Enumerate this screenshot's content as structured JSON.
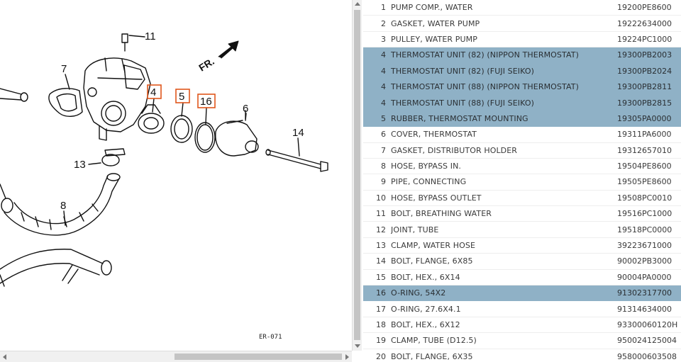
{
  "diagram": {
    "callouts": {
      "c1": "11",
      "c2": "7",
      "c3": "4",
      "c4": "5",
      "c5": "16",
      "c6": "6",
      "c7": "14",
      "c8": "13",
      "c9": "8"
    },
    "direction_label": "FR.",
    "drawing_code": "ER-071"
  },
  "highlight_color": "#8fb1c6",
  "callout_box_color": "#e0561c",
  "parts": [
    {
      "ref": "1",
      "description": "PUMP COMP., WATER",
      "part_number": "19200PE8600"
    },
    {
      "ref": "2",
      "description": "GASKET, WATER PUMP",
      "part_number": "19222634000"
    },
    {
      "ref": "3",
      "description": "PULLEY, WATER PUMP",
      "part_number": "19224PC1000"
    },
    {
      "ref": "4",
      "description": "THERMOSTAT UNIT (82) (NIPPON THERMOSTAT)",
      "part_number": "19300PB2003"
    },
    {
      "ref": "4",
      "description": "THERMOSTAT UNIT (82) (FUJI SEIKO)",
      "part_number": "19300PB2024"
    },
    {
      "ref": "4",
      "description": "THERMOSTAT UNIT (88) (NIPPON THERMOSTAT)",
      "part_number": "19300PB2811"
    },
    {
      "ref": "4",
      "description": "THERMOSTAT UNIT (88) (FUJI SEIKO)",
      "part_number": "19300PB2815"
    },
    {
      "ref": "5",
      "description": "RUBBER, THERMOSTAT MOUNTING",
      "part_number": "19305PA0000"
    },
    {
      "ref": "6",
      "description": "COVER, THERMOSTAT",
      "part_number": "19311PA6000"
    },
    {
      "ref": "7",
      "description": "GASKET, DISTRIBUTOR HOLDER",
      "part_number": "19312657010"
    },
    {
      "ref": "8",
      "description": "HOSE, BYPASS IN.",
      "part_number": "19504PE8600"
    },
    {
      "ref": "9",
      "description": "PIPE, CONNECTING",
      "part_number": "19505PE8600"
    },
    {
      "ref": "10",
      "description": "HOSE, BYPASS OUTLET",
      "part_number": "19508PC0010"
    },
    {
      "ref": "11",
      "description": "BOLT, BREATHING WATER",
      "part_number": "19516PC1000"
    },
    {
      "ref": "12",
      "description": "JOINT, TUBE",
      "part_number": "19518PC0000"
    },
    {
      "ref": "13",
      "description": "CLAMP, WATER HOSE",
      "part_number": "39223671000"
    },
    {
      "ref": "14",
      "description": "BOLT, FLANGE, 6X85",
      "part_number": "90002PB3000"
    },
    {
      "ref": "15",
      "description": "BOLT, HEX., 6X14",
      "part_number": "90004PA0000"
    },
    {
      "ref": "16",
      "description": "O-RING, 54X2",
      "part_number": "91302317700"
    },
    {
      "ref": "17",
      "description": "O-RING, 27.6X4.1",
      "part_number": "91314634000"
    },
    {
      "ref": "18",
      "description": "BOLT, HEX., 6X12",
      "part_number": "93300060120H"
    },
    {
      "ref": "19",
      "description": "CLAMP, TUBE (D12.5)",
      "part_number": "950024125004"
    },
    {
      "ref": "20",
      "description": "BOLT, FLANGE, 6X35",
      "part_number": "958000603508"
    }
  ],
  "selected_rows": [
    3,
    4,
    5,
    6,
    7,
    18
  ]
}
